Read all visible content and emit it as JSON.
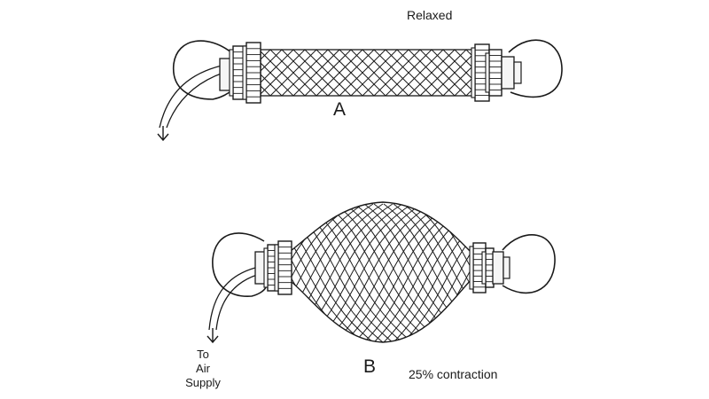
{
  "labels": {
    "relaxed": "Relaxed",
    "a": "A",
    "b": "B",
    "contraction": "25% contraction",
    "air_supply": [
      "To",
      "Air",
      "Supply"
    ]
  },
  "colors": {
    "stroke": "#1a1a1a",
    "fitting_fill": "#f5f5f5",
    "background": "#ffffff"
  },
  "icons": [
    "air-supply-arrow-icon"
  ]
}
